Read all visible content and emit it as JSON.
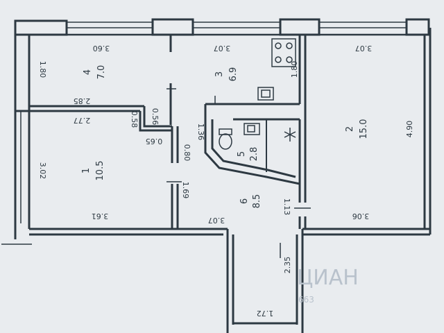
{
  "rooms": [
    {
      "id": "4",
      "number": "4",
      "area": "7.0"
    },
    {
      "id": "3",
      "number": "3",
      "area": "6.9"
    },
    {
      "id": "2",
      "number": "2",
      "area": "15.0"
    },
    {
      "id": "1",
      "number": "1",
      "area": "10.5"
    },
    {
      "id": "5",
      "number": "5",
      "area": "2.8"
    },
    {
      "id": "6",
      "number": "6",
      "area": "8.5"
    }
  ],
  "dimensions": {
    "d360": "3.60",
    "d307_top": "3.07",
    "d307_right": "3.07",
    "d180_left": "1.80",
    "d180_kitchen": "1.80",
    "d285": "2.85",
    "d277": "2.77",
    "d058": "0.58",
    "d056": "0.56",
    "d065": "0.65",
    "d136": "1.36",
    "d080": "0.80",
    "d490": "4.90",
    "d302": "3.02",
    "d169": "1.69",
    "d113": "1.13",
    "d361": "3.61",
    "d307_hall": "3.07",
    "d306": "3.06",
    "d235": "2.35",
    "d172": "1.72"
  },
  "watermark": {
    "text": "ЦИАН",
    "sub": "663"
  },
  "colors": {
    "background": "#e9ecef",
    "wall": "#2d3942",
    "watermark": "#b9c2cc"
  }
}
